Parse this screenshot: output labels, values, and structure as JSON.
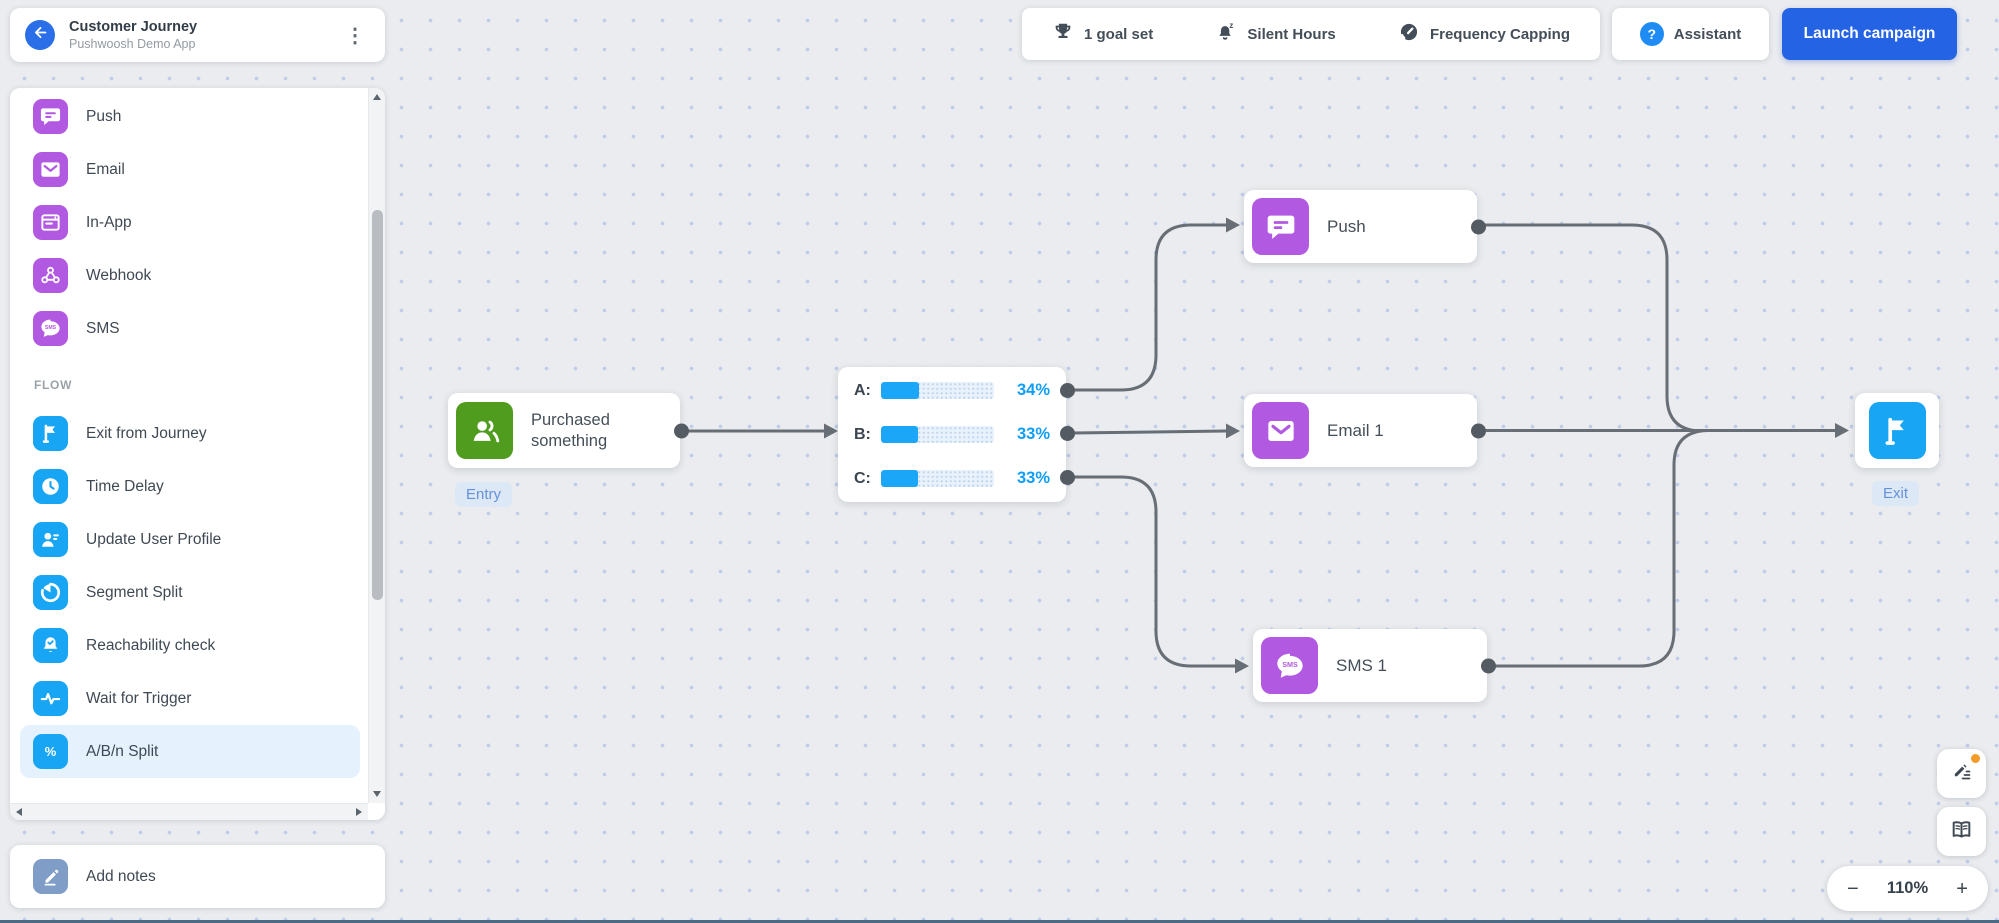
{
  "header": {
    "title": "Customer Journey",
    "subtitle": "Pushwoosh Demo App",
    "menu_glyph": "⋮"
  },
  "sidebar": {
    "channels": [
      {
        "label": "Push",
        "icon": "push-icon"
      },
      {
        "label": "Email",
        "icon": "email-icon"
      },
      {
        "label": "In-App",
        "icon": "inapp-icon"
      },
      {
        "label": "Webhook",
        "icon": "webhook-icon"
      },
      {
        "label": "SMS",
        "icon": "sms-icon"
      }
    ],
    "flow_heading": "FLOW",
    "flow_items": [
      {
        "label": "Exit from Journey",
        "icon": "flag-icon"
      },
      {
        "label": "Time Delay",
        "icon": "clock-icon"
      },
      {
        "label": "Update User Profile",
        "icon": "user-edit-icon"
      },
      {
        "label": "Segment Split",
        "icon": "segment-split-icon"
      },
      {
        "label": "Reachability check",
        "icon": "bell-check-icon"
      },
      {
        "label": "Wait for Trigger",
        "icon": "pulse-icon"
      },
      {
        "label": "A/B/n Split",
        "icon": "percent-icon",
        "active": true
      }
    ],
    "add_notes_label": "Add notes"
  },
  "toolbar": {
    "goal_label": "1 goal set",
    "silent_hours_label": "Silent Hours",
    "frequency_capping_label": "Frequency Capping",
    "assistant_label": "Assistant",
    "launch_label": "Launch campaign"
  },
  "canvas": {
    "entry": {
      "title": "Purchased something",
      "badge": "Entry"
    },
    "split": {
      "rows": [
        {
          "label": "A:",
          "percent": "34%",
          "value": 34
        },
        {
          "label": "B:",
          "percent": "33%",
          "value": 33
        },
        {
          "label": "C:",
          "percent": "33%",
          "value": 33
        }
      ]
    },
    "push_node": {
      "label": "Push"
    },
    "email_node": {
      "label": "Email 1"
    },
    "sms_node": {
      "label": "SMS 1"
    },
    "exit": {
      "badge": "Exit"
    }
  },
  "zoom_controls": {
    "minus": "−",
    "level": "110%",
    "plus": "+"
  },
  "icons": {
    "question": "?",
    "percent": "%",
    "sms_bubble_text": "SMS",
    "sleep_z": "z"
  },
  "colors": {
    "accent_blue": "#2563e5",
    "channel_purple": "#b259e2",
    "flow_blue": "#18a5f3",
    "entry_green": "#509c1e",
    "progress_blue": "#1ba6f7",
    "connector_gray": "#686e75"
  }
}
